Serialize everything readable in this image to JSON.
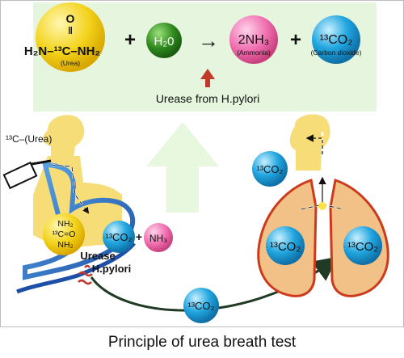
{
  "equation": {
    "urea_formula_top": "O",
    "urea_formula_mid": "‖",
    "urea_formula": "H₂N–¹³C–NH₂",
    "urea_name": "(Urea)",
    "plus1": "+",
    "water": "H₂0",
    "arrow": "→",
    "ammonia_formula": "2NH₃",
    "ammonia_name": "(Ammonia)",
    "plus2": "+",
    "co2_formula": "¹³CO₂",
    "co2_name": "(Carbon dioxide)",
    "enzyme_label": "Urease from H.pylori"
  },
  "left_figure": {
    "urea_label": "¹³C–(Urea)",
    "stomach_urea_nh2_top": "NH₂",
    "stomach_urea_co": "¹³C=O",
    "stomach_urea_nh2_bottom": "NH₂",
    "stomach_co2": "¹³CO₂",
    "stomach_plus": "+",
    "stomach_nh3": "NH₃",
    "urease_label": "Urease",
    "hpylori_label": "H.pylori"
  },
  "transport_co2": "¹³CO₂",
  "right_figure": {
    "exhaled_co2": "¹³CO₂",
    "lung_left_co2": "¹³CO₂",
    "lung_right_co2": "¹³CO₂"
  },
  "caption": "Principle of urea breath test",
  "colors": {
    "urea_yellow": "#f3d31c",
    "water_green": "#2f8a1e",
    "ammonia_pink": "#f06fb0",
    "co2_blue": "#22a6e0",
    "panel_green": "#e6f6de",
    "body_yellow": "#f7dd78",
    "lung_orange": "#f2c187",
    "lung_outline": "#cc3a1c",
    "arrow_red": "#c0392b"
  }
}
